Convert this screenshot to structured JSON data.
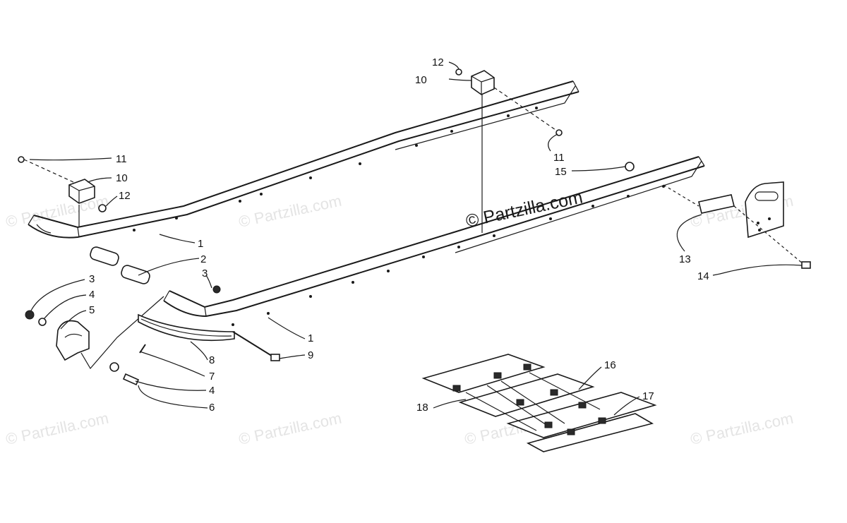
{
  "watermark": {
    "main": "© Partzilla.com",
    "tile": "© Partzilla.com"
  },
  "callouts": {
    "c1a": "1",
    "c1b": "1",
    "c2": "2",
    "c3a": "3",
    "c3b": "3",
    "c4a": "4",
    "c4b": "4",
    "c5": "5",
    "c6": "6",
    "c7": "7",
    "c8": "8",
    "c9": "9",
    "c10a": "10",
    "c10b": "10",
    "c11a": "11",
    "c11b": "11",
    "c12a": "12",
    "c12b": "12",
    "c13": "13",
    "c14": "14",
    "c15": "15",
    "c16": "16",
    "c17": "17",
    "c18": "18"
  },
  "colors": {
    "line": "#1a1a1a",
    "watermark": "#e4e4e4"
  }
}
